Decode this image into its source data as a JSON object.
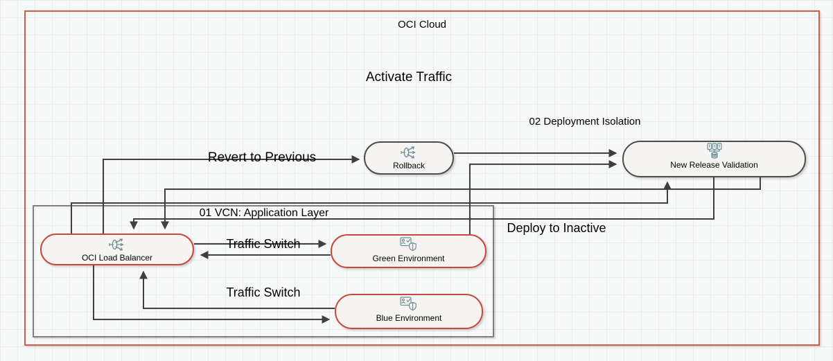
{
  "diagram": {
    "title": "OCI Cloud",
    "colors": {
      "outer_border": "#ce5b4c",
      "node_red_border": "#c9473d",
      "node_dark_border": "#4d4d4d",
      "node_fill": "#f5f4f1",
      "edge": "#3f3f3f",
      "icon": "#6b8f9c",
      "container_gray_border": "#7f7f7f"
    },
    "labels": {
      "activate_traffic": "Activate Traffic",
      "deployment_isolation": "02 Deployment Isolation",
      "revert_to_previous": "Revert to Previous",
      "vcn_container": "01 VCN: Application Layer",
      "deploy_to_inactive": "Deploy to Inactive",
      "traffic_switch_green": "Traffic Switch",
      "traffic_switch_blue": "Traffic Switch"
    },
    "nodes": {
      "rollback": {
        "label": "Rollback",
        "icon": "load-balancer-icon"
      },
      "new_release_validation": {
        "label": "New Release Validation",
        "icon": "deployment-validation-icon"
      },
      "oci_load_balancer": {
        "label": "OCI Load Balancer",
        "icon": "load-balancer-icon"
      },
      "green_environment": {
        "label": "Green Environment",
        "icon": "compute-shield-icon"
      },
      "blue_environment": {
        "label": "Blue Environment",
        "icon": "compute-shield-icon"
      }
    }
  }
}
